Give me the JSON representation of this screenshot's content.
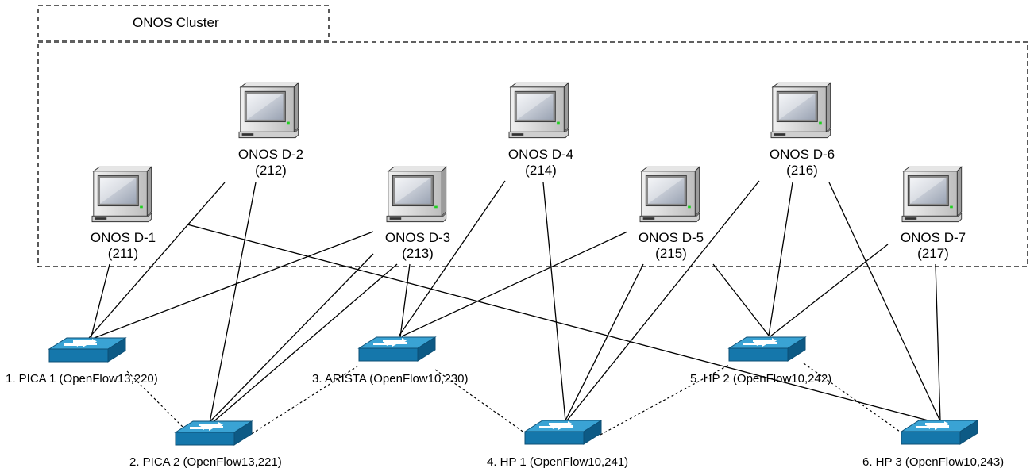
{
  "cluster": {
    "label": "ONOS Cluster"
  },
  "controllers": [
    {
      "name": "ONOS D-1",
      "ip": "(211)"
    },
    {
      "name": "ONOS D-2",
      "ip": "(212)"
    },
    {
      "name": "ONOS D-3",
      "ip": "(213)"
    },
    {
      "name": "ONOS D-4",
      "ip": "(214)"
    },
    {
      "name": "ONOS D-5",
      "ip": "(215)"
    },
    {
      "name": "ONOS D-6",
      "ip": "(216)"
    },
    {
      "name": "ONOS D-7",
      "ip": "(217)"
    }
  ],
  "switches": [
    {
      "label": "1. PICA 1 (OpenFlow13,220)"
    },
    {
      "label": "2. PICA 2 (OpenFlow13,221)"
    },
    {
      "label": "3. ARISTA (OpenFlow10,230)"
    },
    {
      "label": "4. HP 1 (OpenFlow10,241)"
    },
    {
      "label": "5. HP 2 (OpenFlow10,242)"
    },
    {
      "label": "6. HP 3 (OpenFlow10,243)"
    }
  ],
  "colors": {
    "switch_top": "#3aa3d4",
    "switch_front": "#1577ab",
    "switch_side": "#0d5a85",
    "monitor_body": "#d8d8d8",
    "screen": "#c5cbd6",
    "led": "#1fd11f"
  }
}
